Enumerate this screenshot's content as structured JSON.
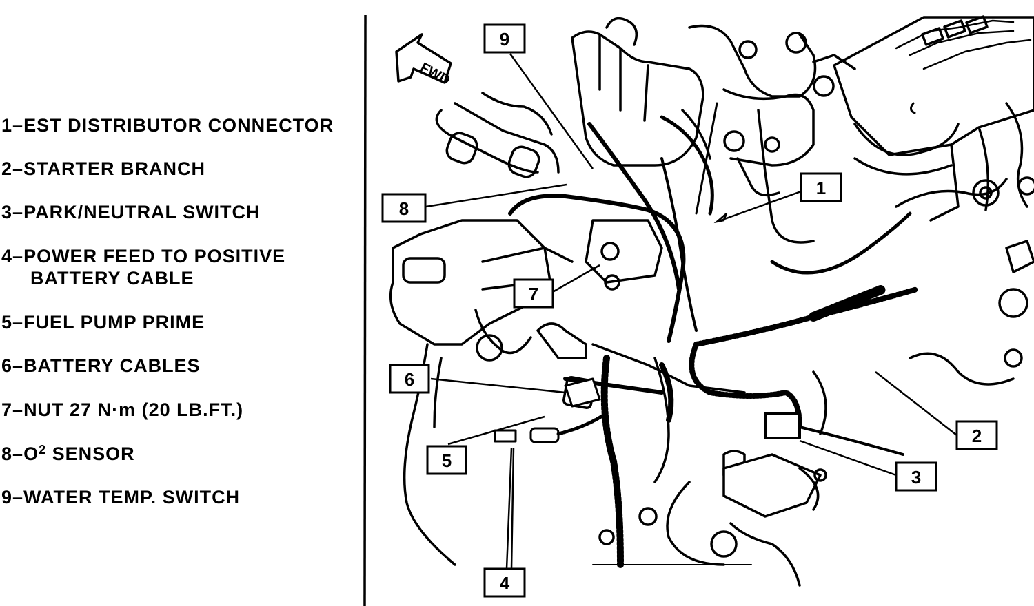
{
  "legend": [
    {
      "number": "1",
      "text": "EST DISTRIBUTOR CONNECTOR"
    },
    {
      "number": "2",
      "text": "STARTER BRANCH"
    },
    {
      "number": "3",
      "text": "PARK/NEUTRAL SWITCH"
    },
    {
      "number": "4",
      "text": "POWER FEED TO POSITIVE",
      "text2": "BATTERY CABLE"
    },
    {
      "number": "5",
      "text": "FUEL PUMP PRIME"
    },
    {
      "number": "6",
      "text": "BATTERY CABLES"
    },
    {
      "number": "7",
      "text": "NUT 27 N·m (20 LB.FT.)"
    },
    {
      "number": "8",
      "text_pre": "O",
      "sup": "2",
      "text_post": " SENSOR"
    },
    {
      "number": "9",
      "text": "WATER TEMP. SWITCH"
    }
  ],
  "direction_label": "FWD",
  "callouts": [
    "1",
    "2",
    "3",
    "4",
    "5",
    "6",
    "7",
    "8",
    "9"
  ]
}
